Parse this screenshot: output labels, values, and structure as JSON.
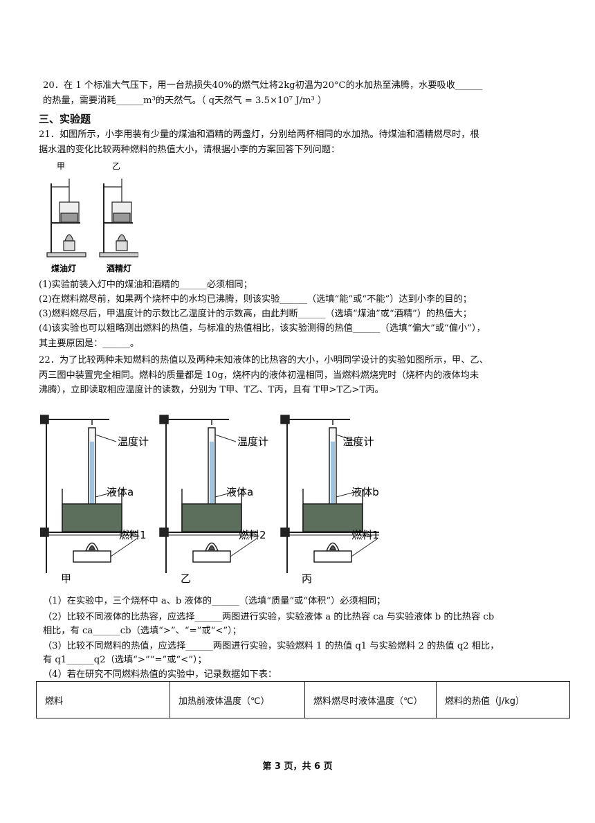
{
  "q20": {
    "line1": "20．在 1 个标准大气压下，用一台热损失40%的燃气灶将2kg初温为20°C的水加热至沸腾，水要吸收______",
    "line2": "的热量，需要消耗______m³的天然气。（ q天然气 = 3.5×10⁷ J/m³ ）"
  },
  "section3": "三、实验题",
  "q21": {
    "intro1": "21．如图所示，小李用装有少量的煤油和酒精的两盏灯，分别给两杯相同的水加热。待煤油和酒精燃尽时，根",
    "intro2": "据水温的变化比较两种燃料的热值大小，请根据小李的方案回答下列问题：",
    "fig": {
      "label_a": "甲",
      "label_b": "乙",
      "lamp_a": "煤油灯",
      "lamp_b": "酒精灯"
    },
    "p1": "(1)实验前装入灯中的煤油和酒精的______必须相同；",
    "p2": "(2)在燃料燃尽前，如果两个烧杯中的水均已沸腾，则该实验______（选填“能”或“不能”）达到小李的目的；",
    "p3": "(3)燃料燃尽后，甲温度计的示数比乙温度计的示数高，由此判断______（选填“煤油”或“酒精”）的热值大；",
    "p4a": "(4)该实验也可以粗略测出燃料的热值，与标准的热值相比，该实验测得的热值______（选填“偏大”或“偏小”），",
    "p4b": "其主要原因是：______。"
  },
  "q22": {
    "intro1": "22．为了比较两种未知燃料的热值以及两种未知液体的比热容的大小，小明同学设计的实验如图所示，甲、乙、",
    "intro2": "丙三图中装置完全相同。燃料的质量都是 10g，烧杯内的液体初温相同，当燃料燃烧完时（烧杯内的液体均未",
    "intro3": "沸腾），立即读取相应温度计的读数，分别为 T甲、T乙、T丙，且有 T甲>T乙>T丙。",
    "fig": {
      "thermometer": "温度计",
      "setups": [
        {
          "name": "甲",
          "liquid": "液体a",
          "fuel": "燃料1"
        },
        {
          "name": "乙",
          "liquid": "液体a",
          "fuel": "燃料2"
        },
        {
          "name": "丙",
          "liquid": "液体b",
          "fuel": "燃料1"
        }
      ]
    },
    "p1": "（1）在实验中，三个烧杯中 a、b 液体的______（选填“质量”或“体积”）必须相同；",
    "p2a": "（2）比较不同液体的比热容，应选择______两图进行实验，实验液体 a 的比热容 ca 与实验液体 b 的比热容 cb",
    "p2b": "相比，有 ca______cb（选填“>”、“=”或“<”）；",
    "p3a": "（3）比较不同燃料的热值，应选择______两图进行实验，实验燃料 1 的热值 q1 与实验燃料 2 的热值 q2 相比，",
    "p3b": "有 q1______q2（选填“>”“=”或“<”）；",
    "p4": "（4）若在研究不同燃料热值的实验中，记录数据如下表：",
    "table_headers": [
      "燃料",
      "加热前液体温度（℃）",
      "燃料燃尽时液体温度（℃）",
      "燃料的热值（J/kg）"
    ]
  },
  "footer": "第 3 页，共 6 页"
}
